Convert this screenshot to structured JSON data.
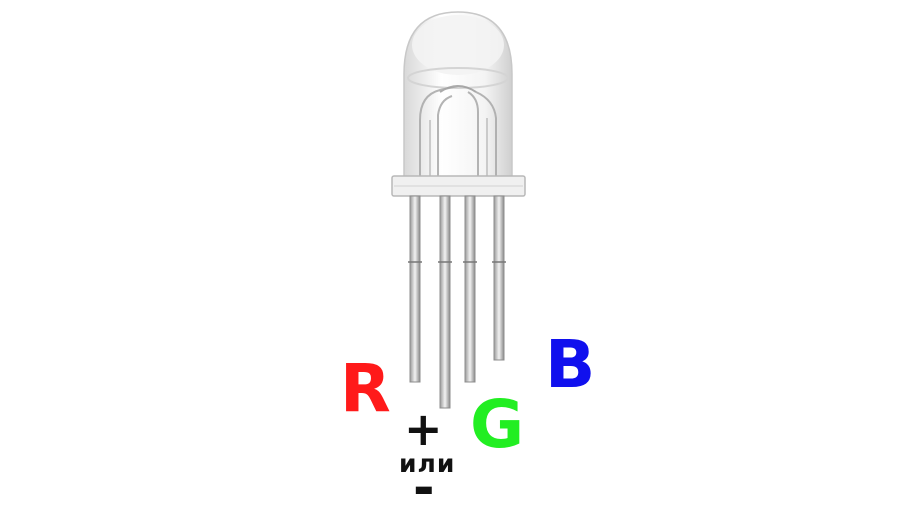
{
  "labels": {
    "red": "R",
    "green": "G",
    "blue": "B",
    "plus": "+",
    "or": "или",
    "minus": "-"
  },
  "colors": {
    "red": "#ff1a1a",
    "green": "#22ee22",
    "blue": "#1010ee",
    "common": "#111111"
  }
}
